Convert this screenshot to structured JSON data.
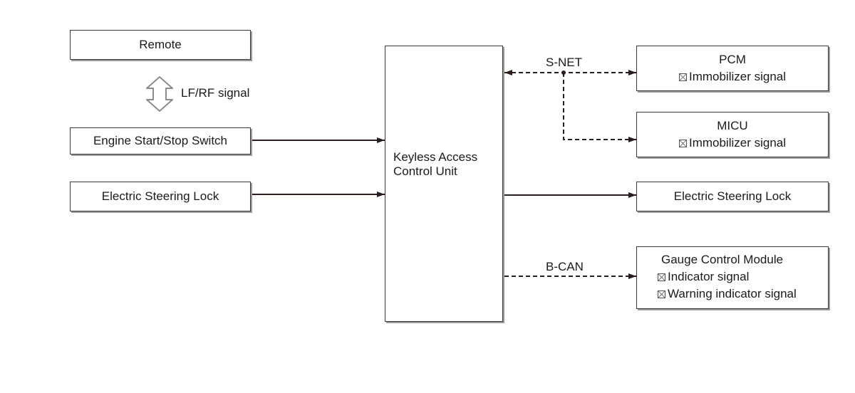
{
  "remote": {
    "label": "Remote"
  },
  "link_signal": {
    "label": "LF/RF signal"
  },
  "engine_switch": {
    "label": "Engine Start/Stop Switch"
  },
  "steering_lock_in": {
    "label": "Electric Steering Lock"
  },
  "keyless_unit": {
    "line1": "Keyless Access",
    "line2": "Control Unit"
  },
  "bus_snet": {
    "label": "S-NET"
  },
  "bus_bcan": {
    "label": "B-CAN"
  },
  "pcm": {
    "title": "PCM",
    "signals": [
      "Immobilizer signal"
    ]
  },
  "micu": {
    "title": "MICU",
    "signals": [
      "Immobilizer signal"
    ]
  },
  "steering_lock_out": {
    "label": "Electric Steering Lock"
  },
  "gauge": {
    "title": "Gauge Control Module",
    "signals": [
      "Indicator signal",
      "Warning indicator signal"
    ]
  },
  "colors": {
    "line": "#2b1d1d",
    "border": "#3a3a3a",
    "shadow": "#9a9a9a"
  }
}
